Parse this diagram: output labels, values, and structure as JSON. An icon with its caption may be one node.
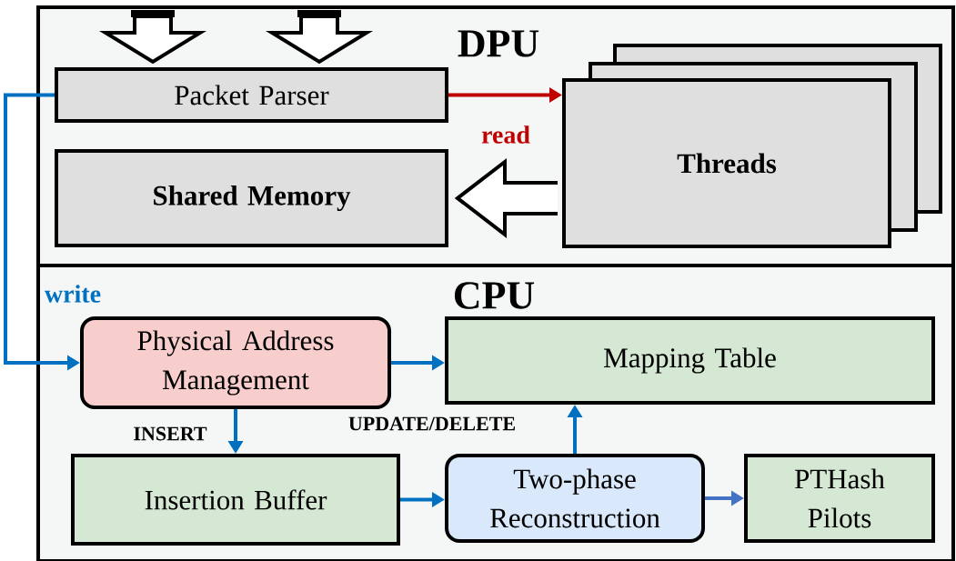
{
  "diagram": {
    "nodes": [
      {
        "text": [
          "DPU"
        ]
      },
      {
        "text": [
          "CPU"
        ]
      },
      {
        "text": [
          "Packet Parser"
        ],
        "in": 0
      },
      {
        "text": [
          "Threads"
        ],
        "in": 0
      },
      {
        "text": [
          "Shared Memory"
        ],
        "in": 0
      },
      {
        "text": [
          "Physical Address Management"
        ],
        "in": 1
      },
      {
        "text": [
          "Mapping Table"
        ],
        "in": 1
      },
      {
        "text": [
          "Insertion Buffer"
        ],
        "in": 1
      },
      {
        "text": [
          "Two-phase Reconstruction"
        ],
        "in": 1
      },
      {
        "text": [
          "PTHash Pilots"
        ],
        "in": 1
      }
    ],
    "edges": [
      {
        "from": null,
        "to": 2,
        "arrow": "to",
        "color": "#000000"
      },
      {
        "from": null,
        "to": 2,
        "arrow": "to",
        "color": "#000000"
      },
      {
        "from": 2,
        "to": 3,
        "arrow": "to",
        "label": "read",
        "color": "#c00000"
      },
      {
        "from": 3,
        "to": 4,
        "arrow": "to",
        "color": "#000000"
      },
      {
        "from": 2,
        "to": 5,
        "arrow": "to",
        "label": "write"
      },
      {
        "from": 5,
        "to": 6,
        "arrow": "to"
      },
      {
        "from": 5,
        "to": 7,
        "arrow": "to",
        "label": "INSERT"
      },
      {
        "from": 7,
        "to": 8,
        "arrow": "to"
      },
      {
        "from": 8,
        "to": 6,
        "arrow": "to",
        "label": "UPDATE/DELETE"
      },
      {
        "from": 8,
        "to": 9,
        "arrow": "to",
        "color": "#4472c4"
      }
    ]
  }
}
